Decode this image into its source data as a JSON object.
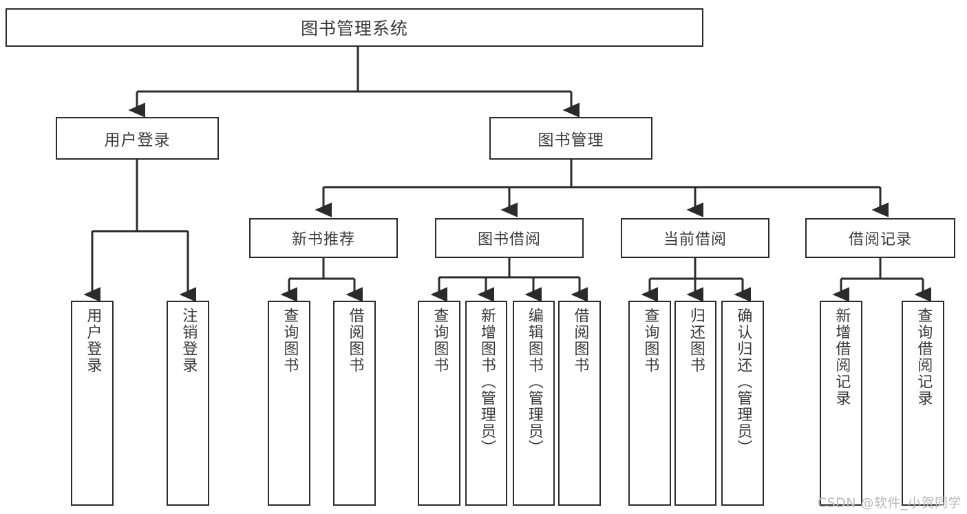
{
  "diagram": {
    "title": "图书管理系统",
    "type": "tree-hierarchy",
    "watermark": "CSDN @软件_小贺同学",
    "colors": {
      "background": "#ffffff",
      "node_border": "#2b2b2b",
      "node_fill": "#ffffff",
      "text": "#3a3a3a",
      "edge": "#2b2b2b",
      "watermark": "#b9b9b9"
    }
  },
  "nodes": {
    "root": {
      "label": "图书管理系统"
    },
    "level1": [
      {
        "id": "user-login",
        "label": "用户登录"
      },
      {
        "id": "book-manage",
        "label": "图书管理"
      }
    ],
    "level2": [
      {
        "id": "new-book-recommend",
        "label": "新书推荐"
      },
      {
        "id": "book-borrow",
        "label": "图书借阅"
      },
      {
        "id": "current-borrow",
        "label": "当前借阅"
      },
      {
        "id": "borrow-record",
        "label": "借阅记录"
      }
    ],
    "leaves": {
      "user_login": [
        {
          "id": "leaf-user-login",
          "label": "用户登录"
        },
        {
          "id": "leaf-user-logout",
          "label": "注销登录"
        }
      ],
      "new_book_recommend": [
        {
          "id": "leaf-query-book-1",
          "label": "查询图书"
        },
        {
          "id": "leaf-borrow-book-1",
          "label": "借阅图书"
        }
      ],
      "book_borrow": [
        {
          "id": "leaf-query-book-2",
          "label": "查询图书"
        },
        {
          "id": "leaf-add-book",
          "label": "新增图书（管理员）"
        },
        {
          "id": "leaf-edit-book",
          "label": "编辑图书（管理员）"
        },
        {
          "id": "leaf-borrow-book-2",
          "label": "借阅图书"
        }
      ],
      "current_borrow": [
        {
          "id": "leaf-query-book-3",
          "label": "查询图书"
        },
        {
          "id": "leaf-return-book",
          "label": "归还图书"
        },
        {
          "id": "leaf-confirm-return",
          "label": "确认归还（管理员）"
        }
      ],
      "borrow_record": [
        {
          "id": "leaf-add-record",
          "label": "新增借阅记录"
        },
        {
          "id": "leaf-query-record",
          "label": "查询借阅记录"
        }
      ]
    }
  }
}
